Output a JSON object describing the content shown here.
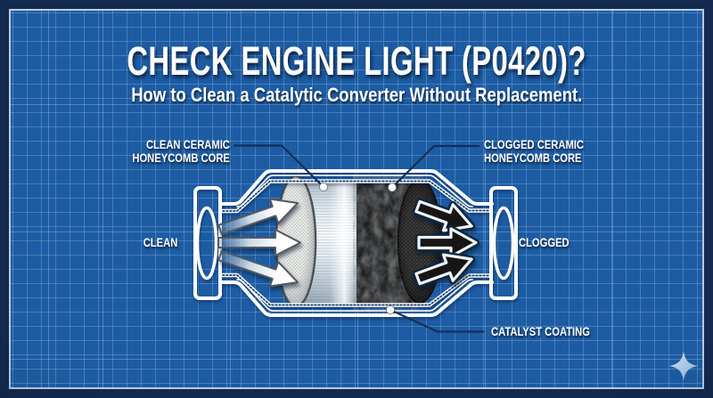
{
  "header": {
    "title": "CHECK ENGINE LIGHT (P0420)?",
    "subtitle": "How to Clean a Catalytic Converter Without Replacement."
  },
  "diagram": {
    "labels": {
      "clean_core": {
        "line1": "CLEAN CERAMIC",
        "line2": "HONEYCOMB CORE"
      },
      "clogged_core": {
        "line1": "CLOGGED CERAMIC",
        "line2": "HONEYCOMB CORE"
      },
      "inlet_flow": "CLEAN",
      "outlet_flow": "CLOGGED",
      "coating": "CATALYST COATING"
    }
  },
  "icons": {
    "sparkle": "four-point-star"
  },
  "colors": {
    "canvas_border": "#14294e",
    "panel_blue": "#1d5ca3",
    "grid_line": "#6f9dcb",
    "frame_line": "#dceaf6",
    "leader_line": "#123058",
    "leader_dot": "#ffffff",
    "text": "#ffffff",
    "clean_core_fill": "#eef3f6",
    "clogged_core_fill": "#1a1a1a",
    "sparkle_fill": "#a9c8e6"
  }
}
